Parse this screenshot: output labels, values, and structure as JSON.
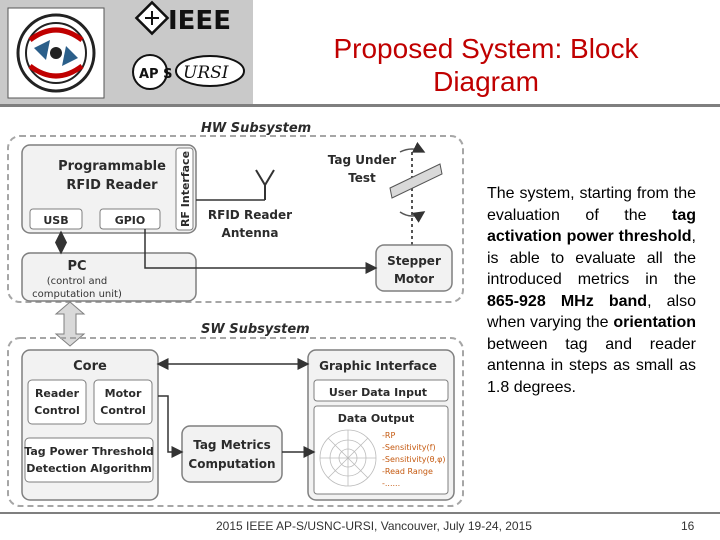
{
  "header": {
    "title_line1": "Proposed System: Block",
    "title_line2": "Diagram",
    "logos": {
      "ieee": "IEEE",
      "ursi": "URSI",
      "aps": "AP S"
    }
  },
  "diagram": {
    "hw_title": "HW Subsystem",
    "sw_title": "SW Subsystem",
    "reader_line1": "Programmable",
    "reader_line2": "RFID Reader",
    "rf_interface": "RF Interface",
    "usb": "USB",
    "gpio": "GPIO",
    "antenna_line1": "RFID Reader",
    "antenna_line2": "Antenna",
    "tag_line1": "Tag Under",
    "tag_line2": "Test",
    "pc": "PC",
    "pc_sub1": "(control and",
    "pc_sub2": "computation unit)",
    "stepper_line1": "Stepper",
    "stepper_line2": "Motor",
    "core": "Core",
    "reader_control_1": "Reader",
    "reader_control_2": "Control",
    "motor_control_1": "Motor",
    "motor_control_2": "Control",
    "threshold_1": "Tag Power Threshold",
    "threshold_2": "Detection Algorithm",
    "metrics_1": "Tag Metrics",
    "metrics_2": "Computation",
    "graphic_interface": "Graphic Interface",
    "user_data_input": "User Data Input",
    "data_output": "Data Output",
    "output_items": [
      "-RP",
      "-Sensitivity(f)",
      "-Sensitivity(θ,φ)",
      "-Read Range",
      "-......"
    ]
  },
  "description": {
    "t1": "The system, starting from the evaluation of the ",
    "b1": "tag activation power threshold",
    "t2": ", is able to evaluate all the introduced metrics in the ",
    "b2": "865-928 MHz band",
    "t3": ", also when varying the ",
    "b3": "orientation",
    "t4": " between tag and reader antenna in steps as small as 1.8 degrees."
  },
  "footer": {
    "text": "2015 IEEE AP-S/USNC-URSI, Vancouver, July 19-24, 2015",
    "page": "16"
  },
  "colors": {
    "title": "#c00000",
    "box_fill": "#f2f2f2",
    "box_border": "#7f7f7f",
    "dashed": "#a6a6a6"
  }
}
